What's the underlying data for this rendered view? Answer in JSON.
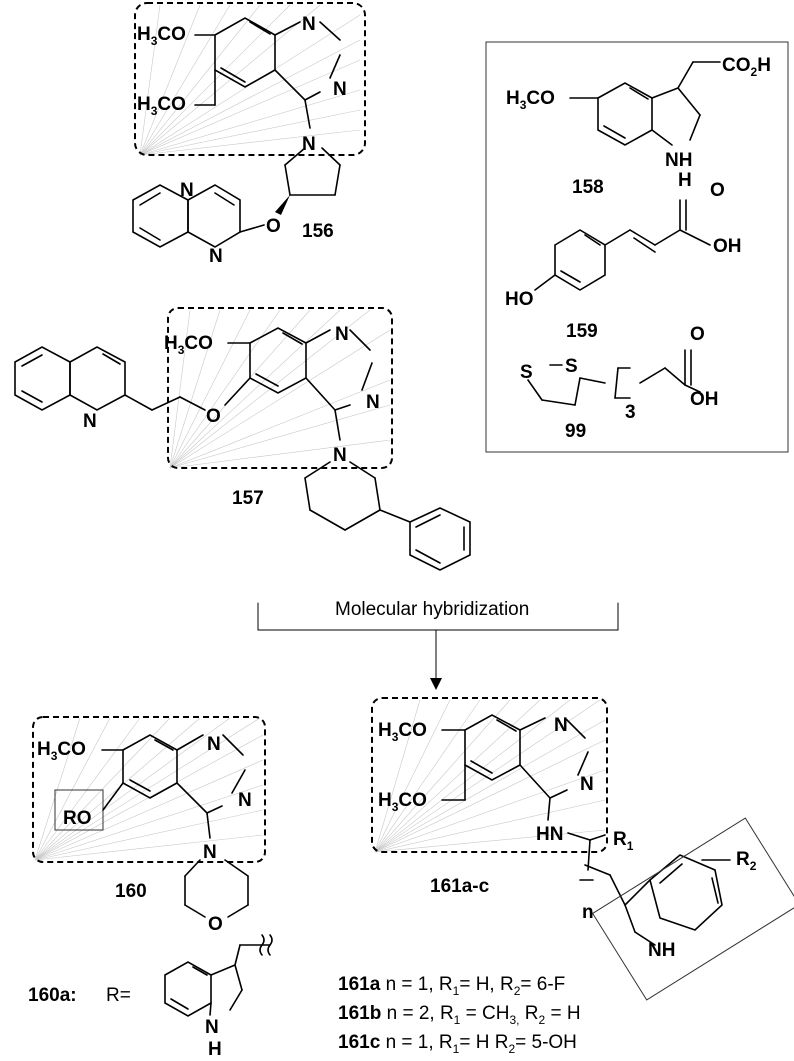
{
  "compounds": {
    "c156": "156",
    "c157": "157",
    "c158": "158",
    "c159": "159",
    "c99": "99",
    "c160": "160",
    "c160a": "160a:",
    "c161": "161a-c"
  },
  "atoms": {
    "methoxy": "H",
    "methoxy_co": "CO",
    "n": "N",
    "o": "O",
    "oh": "OH",
    "ho": "HO",
    "nh": "NH",
    "hn": "HN",
    "s": "S",
    "ro": "RO",
    "co2h_prefix": "CO",
    "co2h_suffix": "H",
    "h": "H",
    "r_eq": "R=",
    "r1": "R",
    "r2": "R",
    "n_label": "n",
    "three": "3",
    "sub3": "3",
    "sub2": "2",
    "sub1": "1"
  },
  "arrow_label": "Molecular hybridization",
  "legend": [
    {
      "id": "161a",
      "text": "n = 1, R",
      "s1": "1",
      "t2": "= H, R",
      "s2": "2",
      "t3": "= 6-F"
    },
    {
      "id": "161b",
      "text": "n = 2, R",
      "s1": "1",
      "t2": " = CH",
      "s2": "3,",
      "t3": " R",
      "s3": "2",
      "t4": " = H"
    },
    {
      "id": "161c",
      "text": "n = 1, R",
      "s1": "1",
      "t2": "= H R",
      "s2": "2",
      "t3": "= 5-OH"
    }
  ]
}
